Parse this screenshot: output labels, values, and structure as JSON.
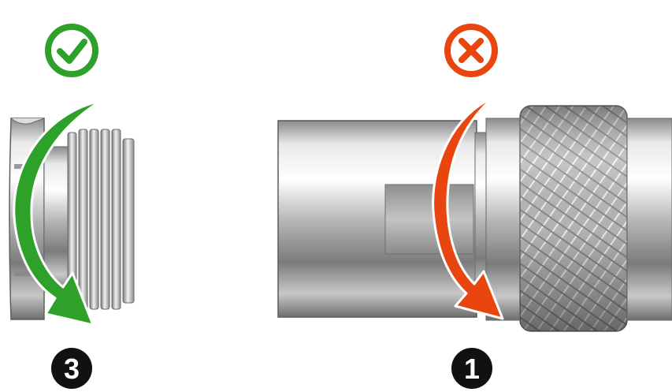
{
  "left_panel": {
    "status": "correct",
    "status_icon": "check-icon",
    "status_color": "#2ea12a",
    "arrow_color": "#2ea12a",
    "rotation": "clockwise",
    "step_number": "3"
  },
  "right_panel": {
    "status": "incorrect",
    "status_icon": "cross-icon",
    "status_color": "#e8450f",
    "arrow_color": "#e8450f",
    "rotation": "clockwise",
    "step_number": "1"
  }
}
